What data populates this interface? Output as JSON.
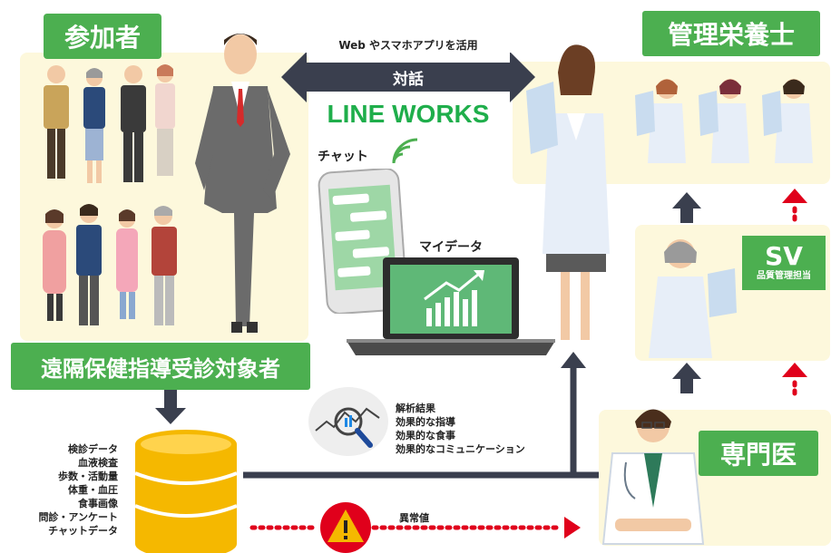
{
  "participants": {
    "label": "参加者",
    "group_label": "遠隔保健指導受診対象者"
  },
  "dietitians": {
    "label": "管理栄養士"
  },
  "sv": {
    "label": "SV",
    "sublabel": "品質管理担当"
  },
  "specialist": {
    "label": "専門医"
  },
  "communication": {
    "top_note": "Web やスマホアプリを活用",
    "dialogue": "対話",
    "brand": "LINE WORKS",
    "chat": "チャット",
    "mydata": "マイデータ"
  },
  "data_items": [
    "検診データ",
    "血液検査",
    "歩数・活動量",
    "体重・血圧",
    "食事画像",
    "問診・アンケート",
    "チャットデータ"
  ],
  "analysis_items": [
    "解析結果",
    "効果的な指導",
    "効果的な食事",
    "効果的なコミュニケーション"
  ],
  "alert": {
    "label": "異常値",
    "icon": "warning-icon"
  },
  "colors": {
    "green": "#4caf50",
    "panel": "#fdf8dc",
    "dark": "#3a3f4e",
    "red": "#e0001b",
    "db": "#f5b800",
    "brand_green": "#1fae4b"
  }
}
